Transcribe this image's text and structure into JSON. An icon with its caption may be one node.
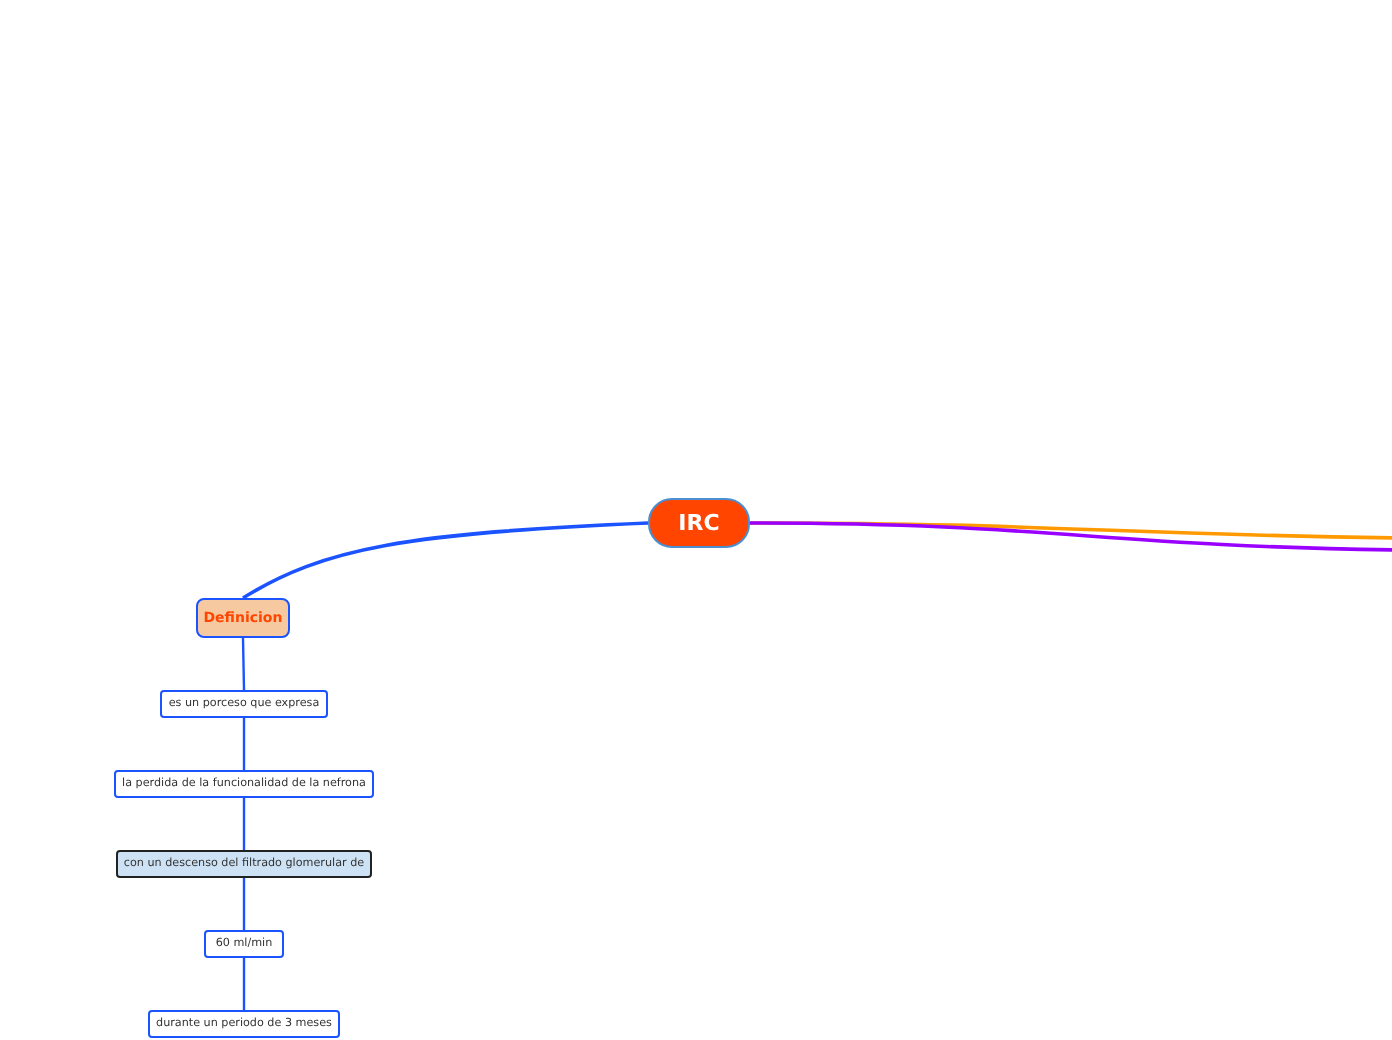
{
  "diagram": {
    "nodes": [
      {
        "text": [
          "IRC"
        ]
      },
      {
        "text": [
          "Definicion"
        ]
      },
      {
        "text": [
          "es un porceso que expresa"
        ]
      },
      {
        "text": [
          "la perdida de la funcionalidad de la nefrona"
        ]
      },
      {
        "text": [
          "con un descenso del filtrado glomerular de"
        ]
      },
      {
        "text": [
          "60 ml/min"
        ]
      },
      {
        "text": [
          "durante un periodo de 3 meses"
        ]
      }
    ],
    "edges": [
      {
        "from": 0,
        "to": 1,
        "arrow": "none"
      },
      {
        "from": 1,
        "to": 2,
        "arrow": "none"
      },
      {
        "from": 2,
        "to": 3,
        "arrow": "none"
      },
      {
        "from": 3,
        "to": 4,
        "arrow": "none"
      },
      {
        "from": 4,
        "to": 5,
        "arrow": "none"
      },
      {
        "from": 5,
        "to": 6,
        "arrow": "none"
      },
      {
        "from": 0,
        "to": null,
        "arrow": "none",
        "color": "#ff9900"
      },
      {
        "from": 0,
        "to": null,
        "arrow": "none",
        "color": "#9900ff"
      }
    ]
  }
}
